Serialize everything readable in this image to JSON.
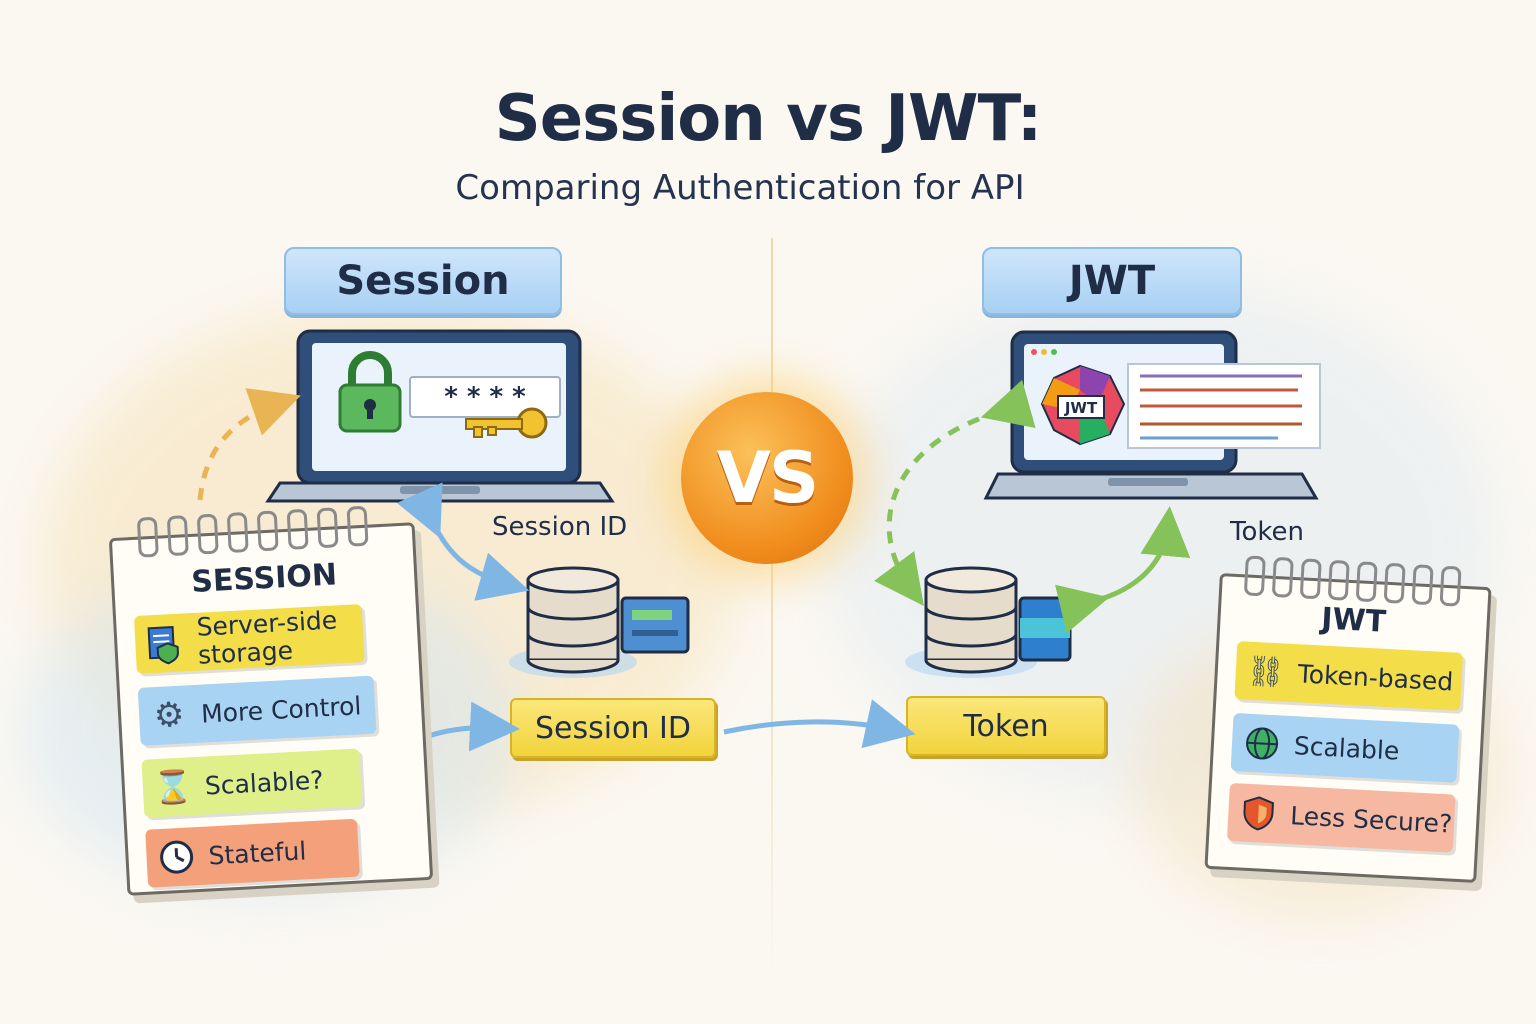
{
  "title": "Session vs JWT:",
  "subtitle": "Comparing Authentication for API",
  "vs_label": "VS",
  "session": {
    "header": "Session",
    "password_mask": "* * * *",
    "flow_label": "Session ID",
    "tag_label": "Session ID",
    "notepad": {
      "title": "SESSION",
      "items": [
        {
          "label": "Server-side storage",
          "icon": "server-shield-icon",
          "color": "#f3de4a"
        },
        {
          "label": "More Control",
          "icon": "gears-icon",
          "color": "#a9d3f2"
        },
        {
          "label": "Scalable?",
          "icon": "hourglass-icon",
          "color": "#dff08a"
        },
        {
          "label": "Stateful",
          "icon": "clock-icon",
          "color": "#f4a07a"
        }
      ]
    }
  },
  "jwt": {
    "header": "JWT",
    "badge_text": "JWT",
    "flow_label": "Token",
    "tag_label": "Token",
    "notepad": {
      "title": "JWT",
      "items": [
        {
          "label": "Token-based",
          "icon": "chain-link-icon",
          "color": "#f3de4a"
        },
        {
          "label": "Scalable",
          "icon": "globe-icon",
          "color": "#a9d3f2"
        },
        {
          "label": "Less Secure?",
          "icon": "shield-icon",
          "color": "#f6b8a0"
        }
      ]
    }
  },
  "colors": {
    "session_arrow": "#7fb6e4",
    "jwt_arrow": "#86c25a",
    "dashed_arrow_session": "#e9b453",
    "vs_orange": "#f08c1c"
  }
}
